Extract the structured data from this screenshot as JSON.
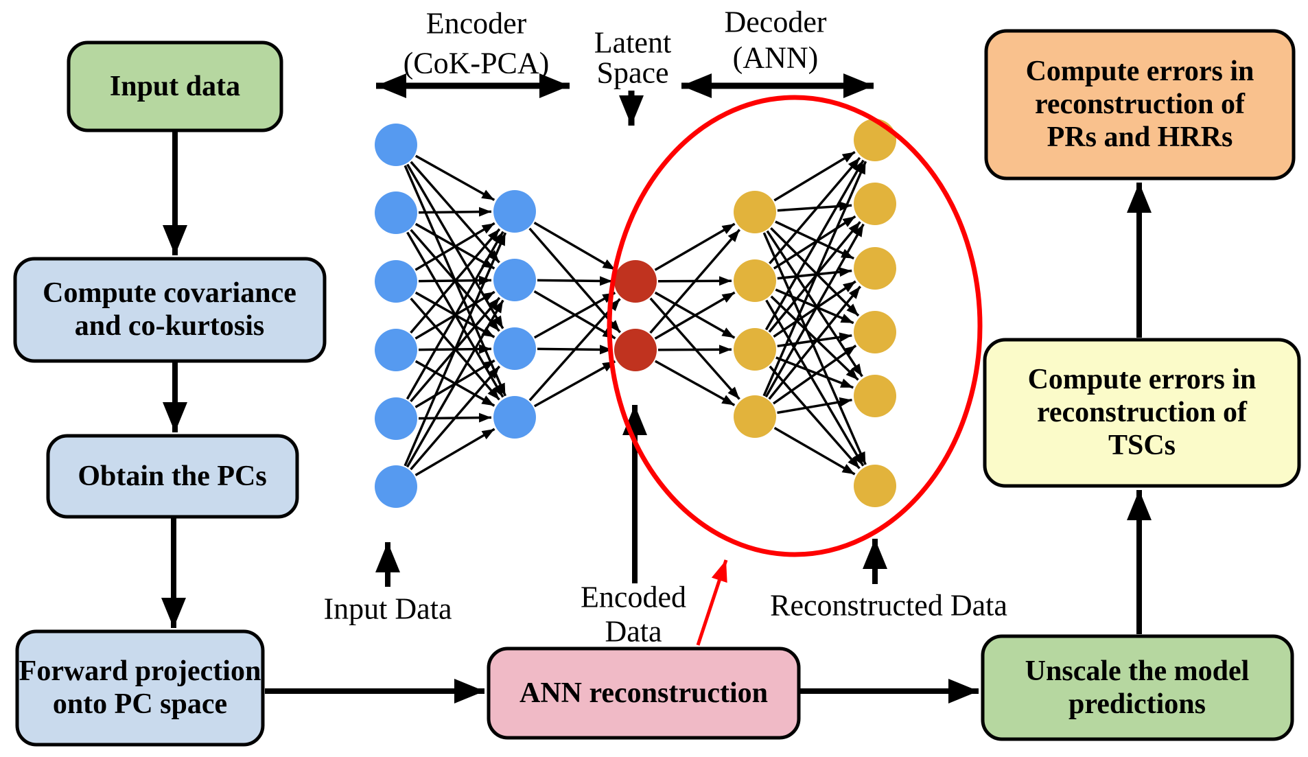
{
  "colors": {
    "green": "#b6d7a0",
    "blue": "#c9daed",
    "pink": "#f0bac6",
    "orange": "#f9c18d",
    "light_yellow": "#fbfbc9",
    "node_blue": "#569af0",
    "node_red": "#c0331f",
    "node_gold": "#e2b33c",
    "red_accent": "#fe0000",
    "black": "#000000"
  },
  "flow_boxes": {
    "input_data": {
      "lines": [
        "Input data"
      ]
    },
    "covariance": {
      "lines": [
        "Compute covariance",
        "and co-kurtosis"
      ]
    },
    "obtain_pcs": {
      "lines": [
        "Obtain the PCs"
      ]
    },
    "forward_projection": {
      "lines": [
        "Forward projection",
        "onto PC space"
      ]
    },
    "ann_reconstruction": {
      "lines": [
        "ANN reconstruction"
      ]
    },
    "unscale": {
      "lines": [
        "Unscale the model",
        "predictions"
      ]
    },
    "errors_tscs": {
      "lines": [
        "Compute errors in",
        "reconstruction of",
        "TSCs"
      ]
    },
    "errors_prs_hrrs": {
      "lines": [
        "Compute errors in",
        "reconstruction of",
        "PRs and HRRs"
      ]
    }
  },
  "network_labels": {
    "encoder_line1": "Encoder",
    "encoder_line2": "(CoK-PCA)",
    "latent_line1": "Latent",
    "latent_line2": "Space",
    "decoder_line1": "Decoder",
    "decoder_line2": "(ANN)",
    "input_data": "Input Data",
    "encoded_line1": "Encoded",
    "encoded_line2": "Data",
    "reconstructed": "Reconstructed Data"
  },
  "network": {
    "layers": [
      {
        "name": "input",
        "color_key": "node_blue",
        "count": 6
      },
      {
        "name": "encoder-hidden",
        "color_key": "node_blue",
        "count": 4
      },
      {
        "name": "latent",
        "color_key": "node_red",
        "count": 2
      },
      {
        "name": "decoder-hidden",
        "color_key": "node_gold",
        "count": 4
      },
      {
        "name": "output",
        "color_key": "node_gold",
        "count": 6
      }
    ]
  }
}
